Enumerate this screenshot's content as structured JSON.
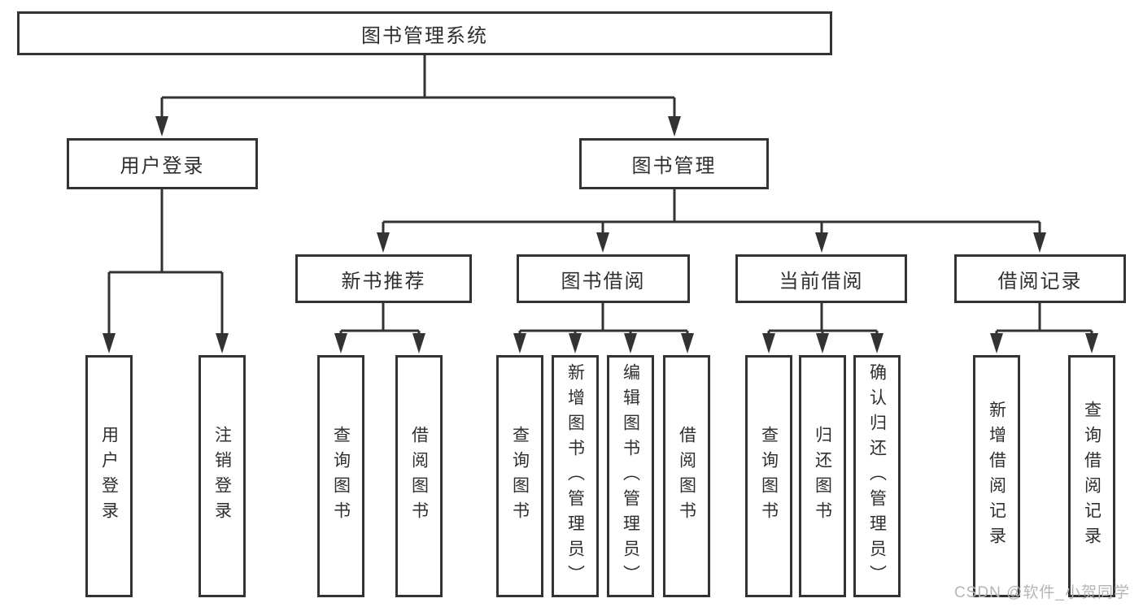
{
  "diagram": {
    "type": "tree",
    "root": {
      "label": "图书管理系统"
    },
    "level2": [
      {
        "label": "用户登录"
      },
      {
        "label": "图书管理"
      }
    ],
    "level3": [
      {
        "label": "新书推荐",
        "parent": "图书管理"
      },
      {
        "label": "图书借阅",
        "parent": "图书管理"
      },
      {
        "label": "当前借阅",
        "parent": "图书管理"
      },
      {
        "label": "借阅记录",
        "parent": "图书管理"
      }
    ],
    "leaves": [
      {
        "label": "用户登录",
        "parent": "用户登录"
      },
      {
        "label": "注销登录",
        "parent": "用户登录"
      },
      {
        "label": "查询图书",
        "parent": "新书推荐"
      },
      {
        "label": "借阅图书",
        "parent": "新书推荐"
      },
      {
        "label": "查询图书",
        "parent": "图书借阅"
      },
      {
        "label": "新增图书（管理员）",
        "parent": "图书借阅"
      },
      {
        "label": "编辑图书（管理员）",
        "parent": "图书借阅"
      },
      {
        "label": "借阅图书",
        "parent": "图书借阅"
      },
      {
        "label": "查询图书",
        "parent": "当前借阅"
      },
      {
        "label": "归还图书",
        "parent": "当前借阅"
      },
      {
        "label": "确认归还（管理员）",
        "parent": "当前借阅"
      },
      {
        "label": "新增借阅记录",
        "parent": "借阅记录"
      },
      {
        "label": "查询借阅记录",
        "parent": "借阅记录"
      }
    ]
  },
  "watermark": {
    "text": "CSDN @软件_小贺同学",
    "color": "#b5b5b5"
  },
  "colors": {
    "line": "#333333",
    "box_border": "#333333",
    "text": "#2f2f2f",
    "background": "#ffffff"
  }
}
